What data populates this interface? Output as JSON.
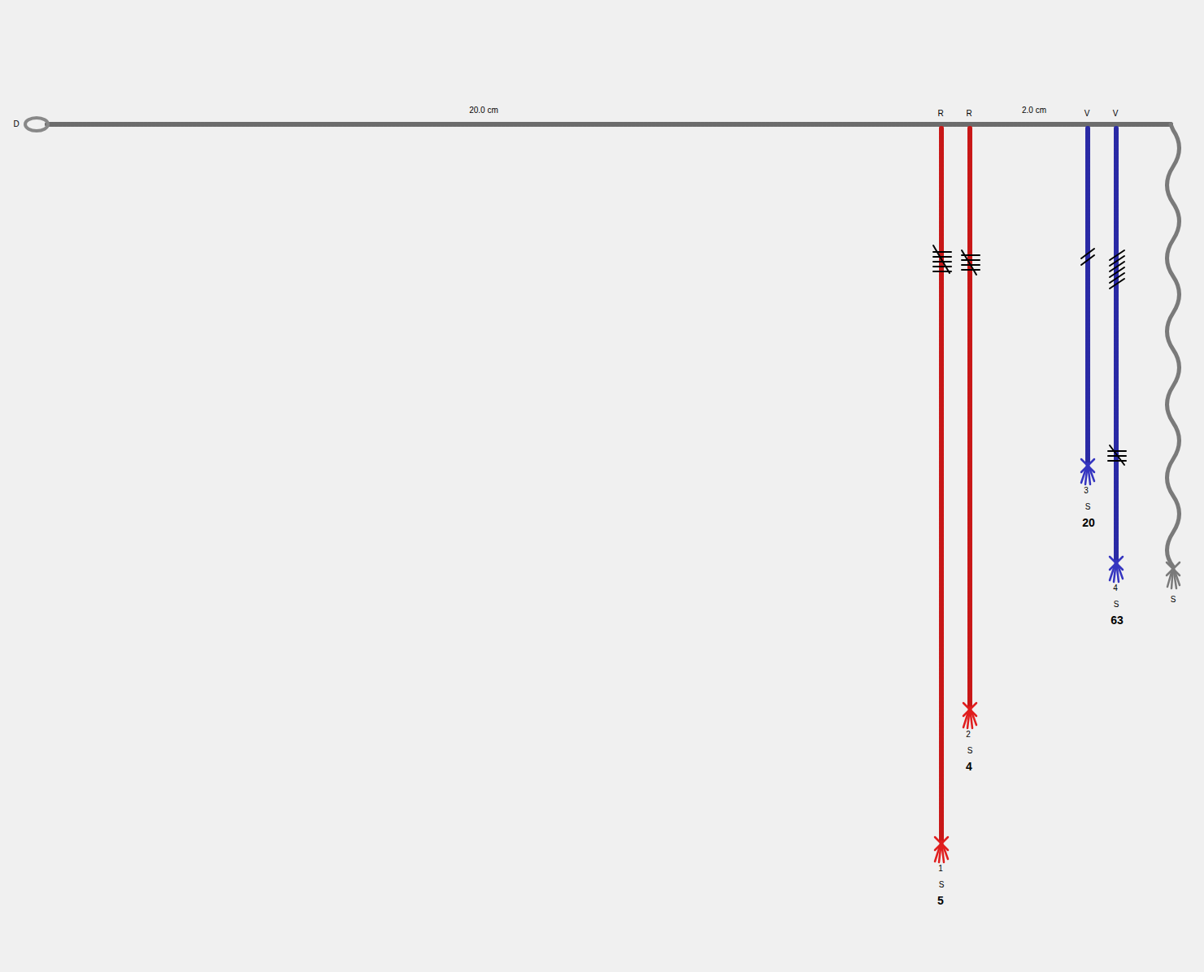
{
  "diagram": {
    "labels": [
      "D",
      "20.0 cm",
      "R",
      "R",
      "2.0 cm",
      "V",
      "V",
      "1",
      "S",
      "5",
      "2",
      "S",
      "4",
      "3",
      "S",
      "20",
      "4",
      "S",
      "63",
      "S"
    ]
  }
}
